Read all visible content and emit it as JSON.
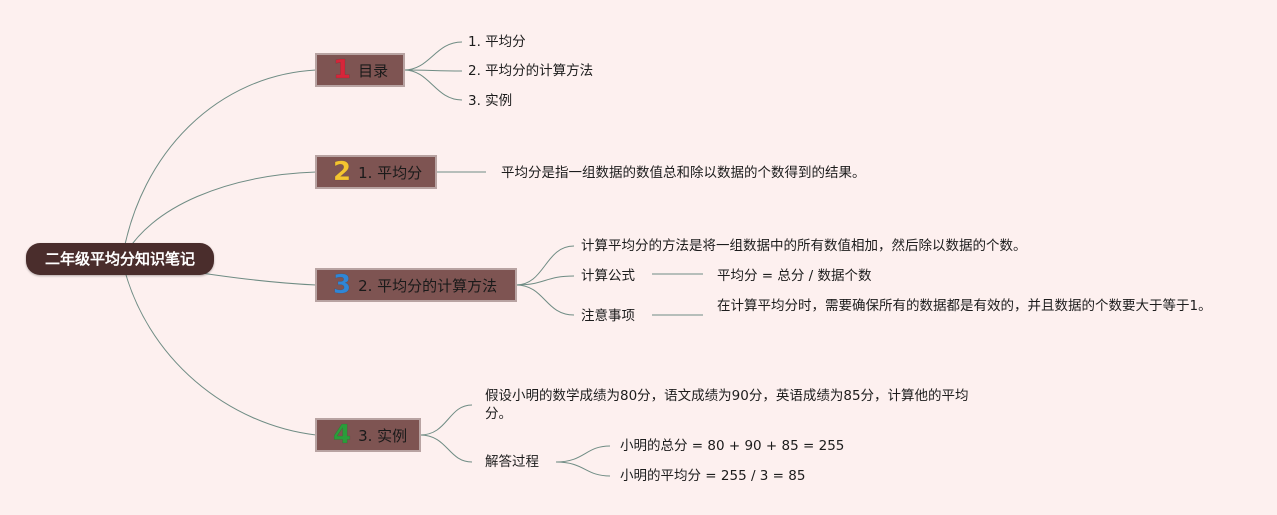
{
  "root": {
    "title": "二年级平均分知识笔记"
  },
  "branches": [
    {
      "number": "1",
      "number_color": "#d6263a",
      "title": "目录",
      "items": [
        "1. 平均分",
        "2. 平均分的计算方法",
        "3. 实例"
      ]
    },
    {
      "number": "2",
      "number_color": "#f4c430",
      "title": "1. 平均分",
      "text": "平均分是指一组数据的数值总和除以数据的个数得到的结果。"
    },
    {
      "number": "3",
      "number_color": "#2f86d6",
      "title": "2. 平均分的计算方法",
      "text": "计算平均分的方法是将一组数据中的所有数值相加，然后除以数据的个数。",
      "formula_label": "计算公式",
      "formula": "平均分 = 总分 / 数据个数",
      "notes_label": "注意事项",
      "notes": "在计算平均分时，需要确保所有的数据都是有效的，并且数据的个数要大于等于1。"
    },
    {
      "number": "4",
      "number_color": "#2a9d3a",
      "title": "3. 实例",
      "text": "假设小明的数学成绩为80分，语文成绩为90分，英语成绩为85分，计算他的平均分。",
      "solution_label": "解答过程",
      "steps": [
        "小明的总分 = 80 + 90 + 85 = 255",
        "小明的平均分 = 255 / 3 = 85"
      ]
    }
  ],
  "colors": {
    "background": "#fdf0ef",
    "root": "#4a2d2c",
    "branch": "#7e5452",
    "link": "#6f8c84"
  }
}
